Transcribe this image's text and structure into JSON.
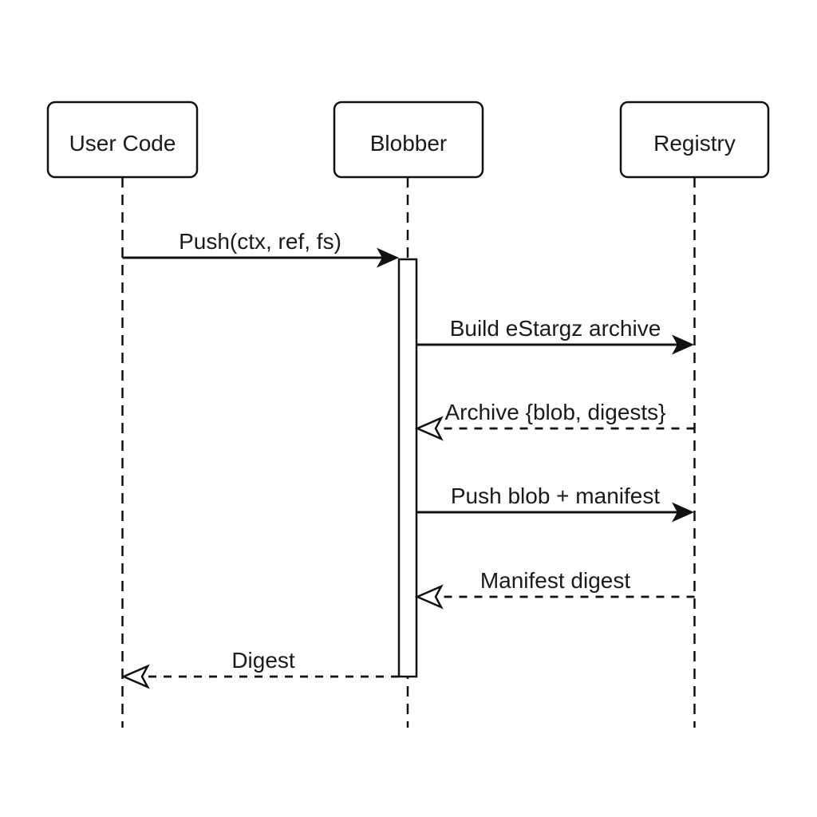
{
  "diagram": {
    "type": "sequence-diagram",
    "background_color": "#ffffff",
    "stroke_color": "#111111",
    "text_color": "#1a1a1a",
    "participants": [
      {
        "label": "User Code"
      },
      {
        "label": "Blobber"
      },
      {
        "label": "Registry"
      }
    ],
    "messages": [
      {
        "from": "User Code",
        "to": "Blobber",
        "label": "Push(ctx, ref, fs)",
        "line": "solid",
        "arrowhead": "filled"
      },
      {
        "from": "Blobber",
        "to": "Registry",
        "label": "Build eStargz archive",
        "line": "solid",
        "arrowhead": "filled"
      },
      {
        "from": "Registry",
        "to": "Blobber",
        "label": "Archive {blob, digests}",
        "line": "dashed",
        "arrowhead": "open"
      },
      {
        "from": "Blobber",
        "to": "Registry",
        "label": "Push blob + manifest",
        "line": "solid",
        "arrowhead": "filled"
      },
      {
        "from": "Registry",
        "to": "Blobber",
        "label": "Manifest digest",
        "line": "dashed",
        "arrowhead": "open"
      },
      {
        "from": "Blobber",
        "to": "User Code",
        "label": "Digest",
        "line": "dashed",
        "arrowhead": "open"
      }
    ],
    "activation": {
      "participant": "Blobber"
    }
  }
}
